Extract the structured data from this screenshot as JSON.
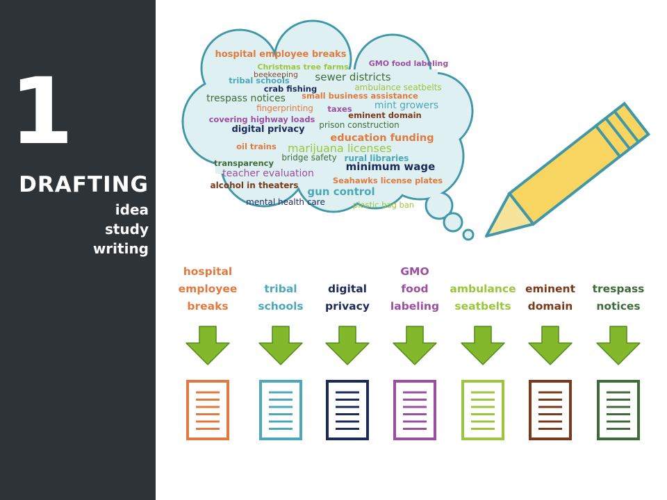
{
  "sidebar": {
    "number": "1",
    "heading": "DRAFTING",
    "stages": [
      "idea",
      "study",
      "writing"
    ]
  },
  "cloud": {
    "words": [
      {
        "text": "hospital employee breaks",
        "color": "#e07a3e"
      },
      {
        "text": "GMO food labeling",
        "color": "#9a4fa0"
      },
      {
        "text": "Christmas tree farms",
        "color": "#9bc53d"
      },
      {
        "text": "beekeeping",
        "color": "#7a4a2a"
      },
      {
        "text": "tribal schools",
        "color": "#4aa8b8"
      },
      {
        "text": "sewer districts",
        "color": "#3f6b3a"
      },
      {
        "text": "crab fishing",
        "color": "#1b2a5a"
      },
      {
        "text": "ambulance seatbelts",
        "color": "#9bc53d"
      },
      {
        "text": "trespass notices",
        "color": "#3f6b3a"
      },
      {
        "text": "small business assistance",
        "color": "#e07a3e"
      },
      {
        "text": "fingerprinting",
        "color": "#e07a3e"
      },
      {
        "text": "mint growers",
        "color": "#4aa8b8"
      },
      {
        "text": "taxes",
        "color": "#9a4fa0"
      },
      {
        "text": "eminent domain",
        "color": "#7a3a1a"
      },
      {
        "text": "covering highway loads",
        "color": "#9a4fa0"
      },
      {
        "text": "prison construction",
        "color": "#3f6b3a"
      },
      {
        "text": "digital privacy",
        "color": "#1b2a5a"
      },
      {
        "text": "education funding",
        "color": "#e07a3e"
      },
      {
        "text": "oil trains",
        "color": "#e07a3e"
      },
      {
        "text": "marijuana licenses",
        "color": "#9bc53d"
      },
      {
        "text": "bridge safety",
        "color": "#3f6b3a"
      },
      {
        "text": "rural libraries",
        "color": "#4aa8b8"
      },
      {
        "text": "transparency",
        "color": "#3f6b3a"
      },
      {
        "text": "minimum wage",
        "color": "#1b2a5a"
      },
      {
        "text": "teacher evaluation",
        "color": "#9a4fa0"
      },
      {
        "text": "Seahawks license plates",
        "color": "#e07a3e"
      },
      {
        "text": "alcohol in theaters",
        "color": "#7a3a1a"
      },
      {
        "text": "gun control",
        "color": "#4aa8b8"
      },
      {
        "text": "mental health care",
        "color": "#1b2a5a"
      },
      {
        "text": "plastic bag ban",
        "color": "#9bc53d"
      }
    ]
  },
  "topics": [
    {
      "lines": [
        "hospital",
        "employee",
        "breaks"
      ],
      "color": "#e07a3e"
    },
    {
      "lines": [
        "tribal",
        "schools"
      ],
      "color": "#4aa8b8"
    },
    {
      "lines": [
        "digital",
        "privacy"
      ],
      "color": "#1b2a5a"
    },
    {
      "lines": [
        "GMO",
        "food",
        "labeling"
      ],
      "color": "#9a4fa0"
    },
    {
      "lines": [
        "ambulance",
        "seatbelts"
      ],
      "color": "#9bc53d"
    },
    {
      "lines": [
        "eminent",
        "domain"
      ],
      "color": "#7a3a1a"
    },
    {
      "lines": [
        "trespass",
        "notices"
      ],
      "color": "#3f6b3a"
    }
  ],
  "colors": {
    "sidebar": "#2e3338",
    "arrow": "#84b82b",
    "cloud_fill": "#dff0f2",
    "cloud_stroke": "#3f97a8",
    "pencil": "#f7d560"
  }
}
